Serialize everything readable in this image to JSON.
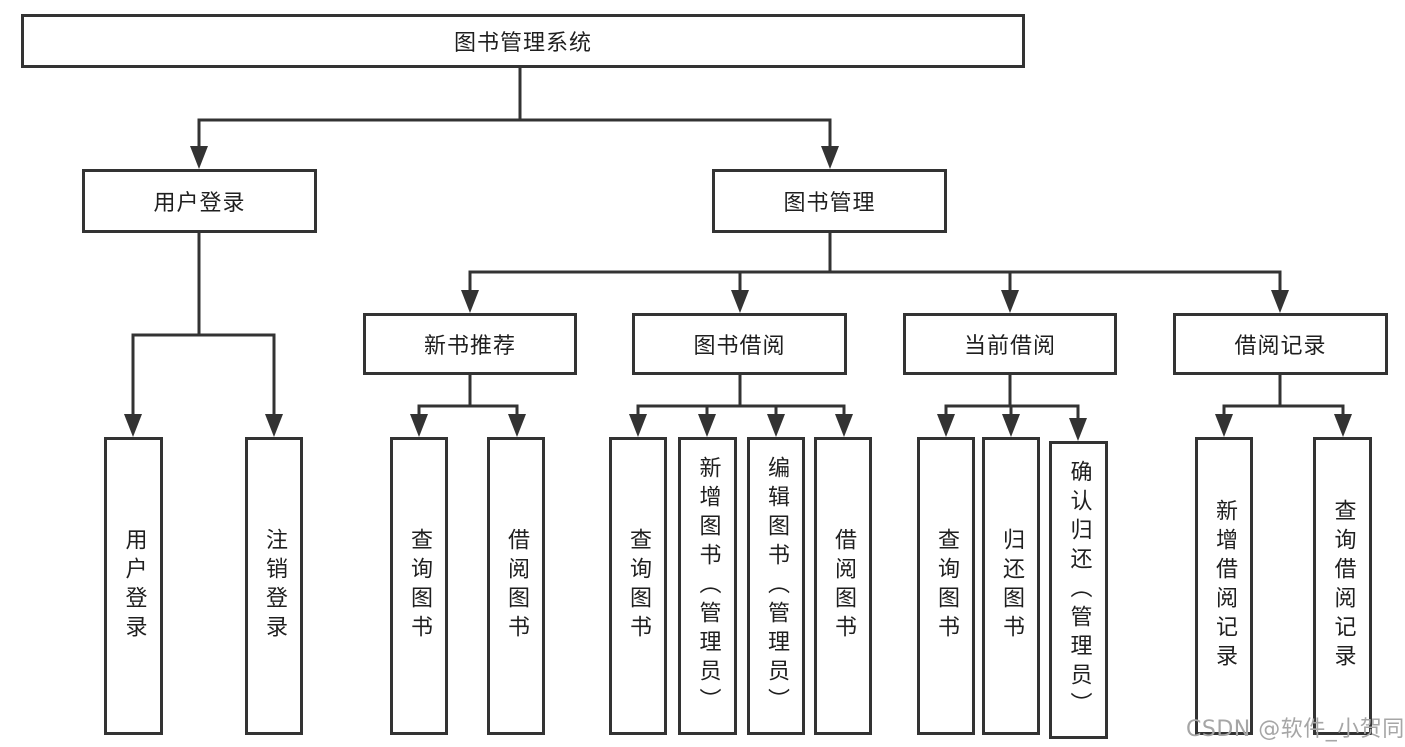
{
  "diagram": {
    "root_label": "图书管理系统",
    "user_login": {
      "label": "用户登录",
      "children": [
        "用户登录",
        "注销登录"
      ]
    },
    "book_management": {
      "label": "图书管理",
      "sections": {
        "new_book_recommend": {
          "label": "新书推荐",
          "children": [
            "查询图书",
            "借阅图书"
          ]
        },
        "book_borrowing": {
          "label": "图书借阅",
          "children": [
            "查询图书",
            "新增图书（管理员）",
            "编辑图书（管理员）",
            "借阅图书"
          ]
        },
        "current_borrowing": {
          "label": "当前借阅",
          "children": [
            "查询图书",
            "归还图书",
            "确认归还（管理员）"
          ]
        },
        "borrowing_records": {
          "label": "借阅记录",
          "children": [
            "新增借阅记录",
            "查询借阅记录"
          ]
        }
      }
    }
  },
  "watermark": {
    "text": "CSDN @软件_小贺同学"
  },
  "colors": {
    "line": "#333333",
    "text": "#1f1f1f",
    "watermark": "#a6a6a6",
    "background": "#ffffff"
  }
}
